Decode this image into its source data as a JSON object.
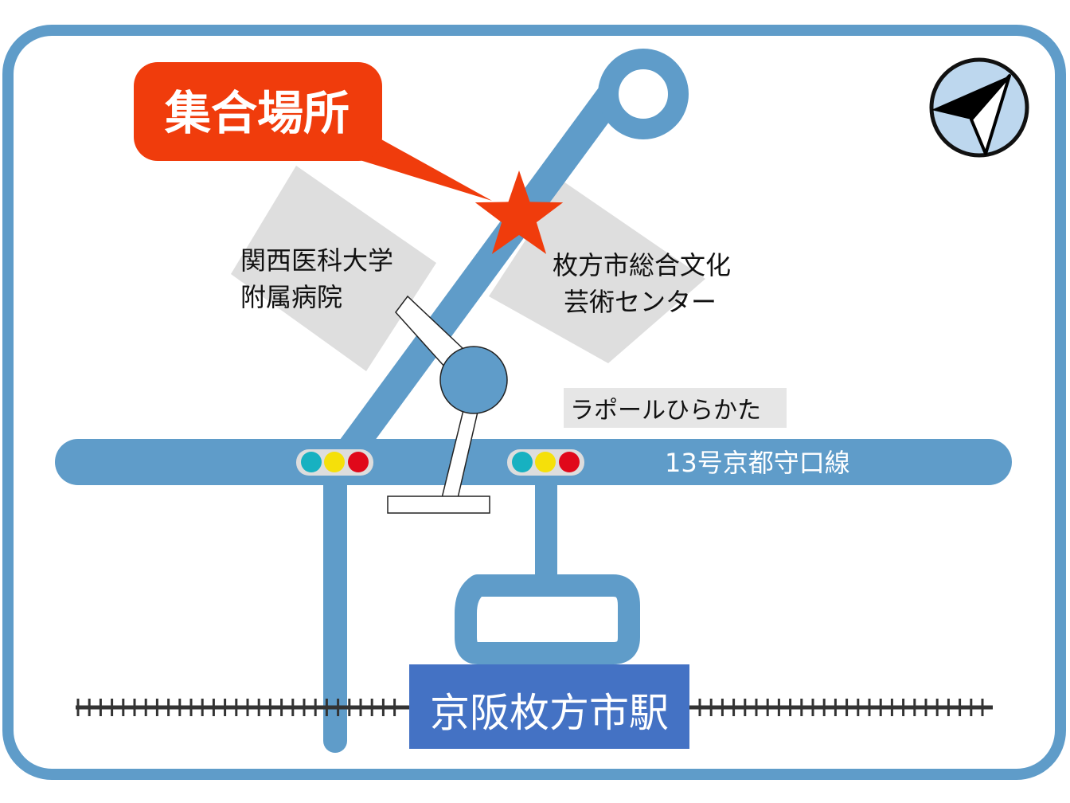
{
  "title": "集合場所",
  "labels": {
    "hospital_line1": "関西医科大学",
    "hospital_line2": "附属病院",
    "center_line1": "枚方市総合文化",
    "center_line2": "芸術センター",
    "rapport": "ラポールひらかた",
    "road": "13号京都守口線",
    "station": "京阪枚方市駅"
  },
  "icons": [
    "compass-icon",
    "star-marker-icon",
    "traffic-light-icon"
  ],
  "colors": {
    "road": "#5f9cc9",
    "accent": "#f03c0c",
    "station": "#4472c4",
    "building": "#dedede",
    "compass_bg": "#bdd7ee"
  }
}
